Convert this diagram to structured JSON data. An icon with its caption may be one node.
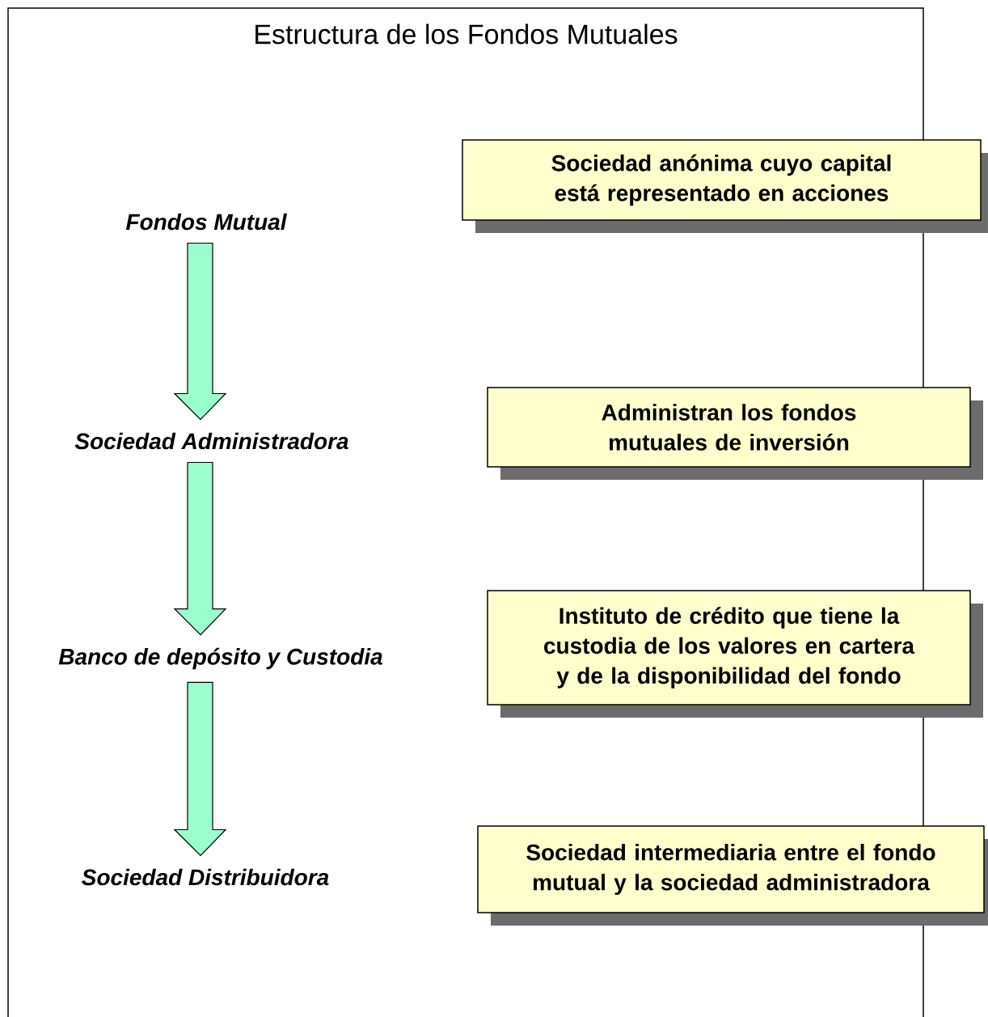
{
  "diagram": {
    "title": "Estructura de los Fondos Mutuales",
    "nodes": [
      {
        "text": [
          "Fondos Mutual"
        ]
      },
      {
        "text": [
          "Sociedad Administradora"
        ]
      },
      {
        "text": [
          "Banco de depósito y Custodia"
        ]
      },
      {
        "text": [
          "Sociedad Distribuidora"
        ]
      },
      {
        "text": [
          "Sociedad anónima cuyo capital está representado en acciones"
        ]
      },
      {
        "text": [
          "Administran los fondos mutuales de inversión"
        ]
      },
      {
        "text": [
          "Instituto de crédito que tiene la custodia de los valores en cartera y de la disponibilidad del fondo"
        ]
      },
      {
        "text": [
          "Sociedad intermediaria entre el fondo mutual y la sociedad administradora"
        ]
      }
    ],
    "edges": [
      {
        "from": 0,
        "to": 1,
        "arrow": "to"
      },
      {
        "from": 1,
        "to": 2,
        "arrow": "to"
      },
      {
        "from": 2,
        "to": 3,
        "arrow": "to"
      }
    ]
  }
}
